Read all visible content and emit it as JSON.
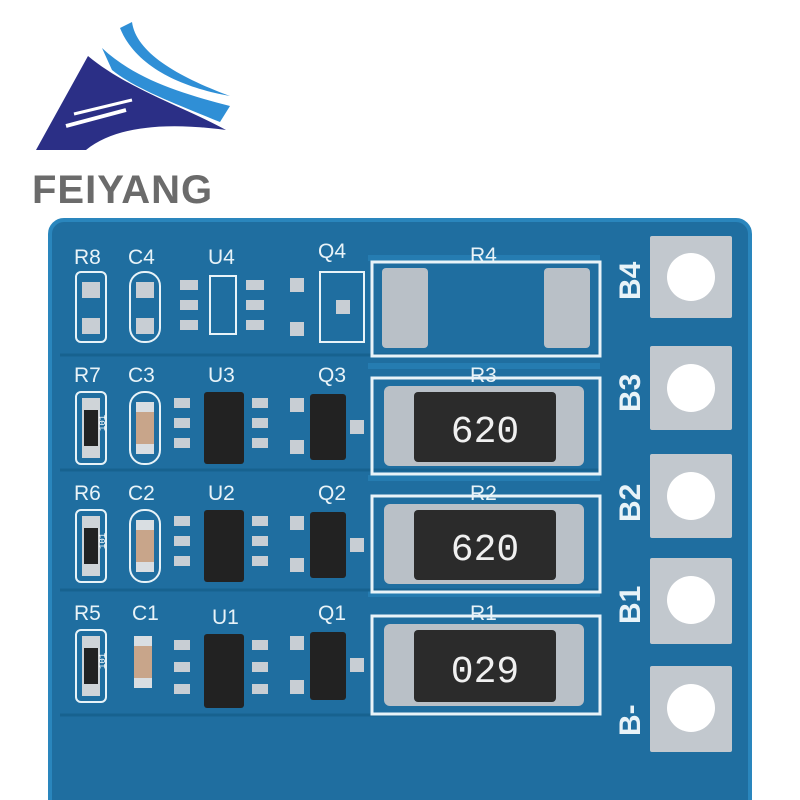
{
  "brand": {
    "name": "FEIYANG",
    "logo_icon": "wave-logo-icon",
    "colors": {
      "navy": "#2b2f86",
      "sky": "#2f8fd6",
      "text": "#6b6b6b"
    }
  },
  "board": {
    "colors": {
      "pcb": "#1f6ea0",
      "silk": "#e8f3f8",
      "pad": "#c8ced4",
      "resistor": "#2b2b2b"
    },
    "rows": [
      {
        "r_left": "R8",
        "c": "C4",
        "u": "U4",
        "q": "Q4",
        "r_big": "R4",
        "terminal": "B4"
      },
      {
        "r_left": "R7",
        "c": "C3",
        "u": "U3",
        "q": "Q3",
        "r_big": "R3",
        "terminal": "B3",
        "code": "620",
        "small_code": "101"
      },
      {
        "r_left": "R6",
        "c": "C2",
        "u": "U2",
        "q": "Q2",
        "r_big": "R2",
        "terminal": "B2",
        "code": "620",
        "small_code": "101"
      },
      {
        "r_left": "R5",
        "c": "C1",
        "u": "U1",
        "q": "Q1",
        "r_big": "R1",
        "terminal": "B1",
        "code": "029",
        "small_code": "101"
      }
    ],
    "terminal_bottom": "B-"
  }
}
